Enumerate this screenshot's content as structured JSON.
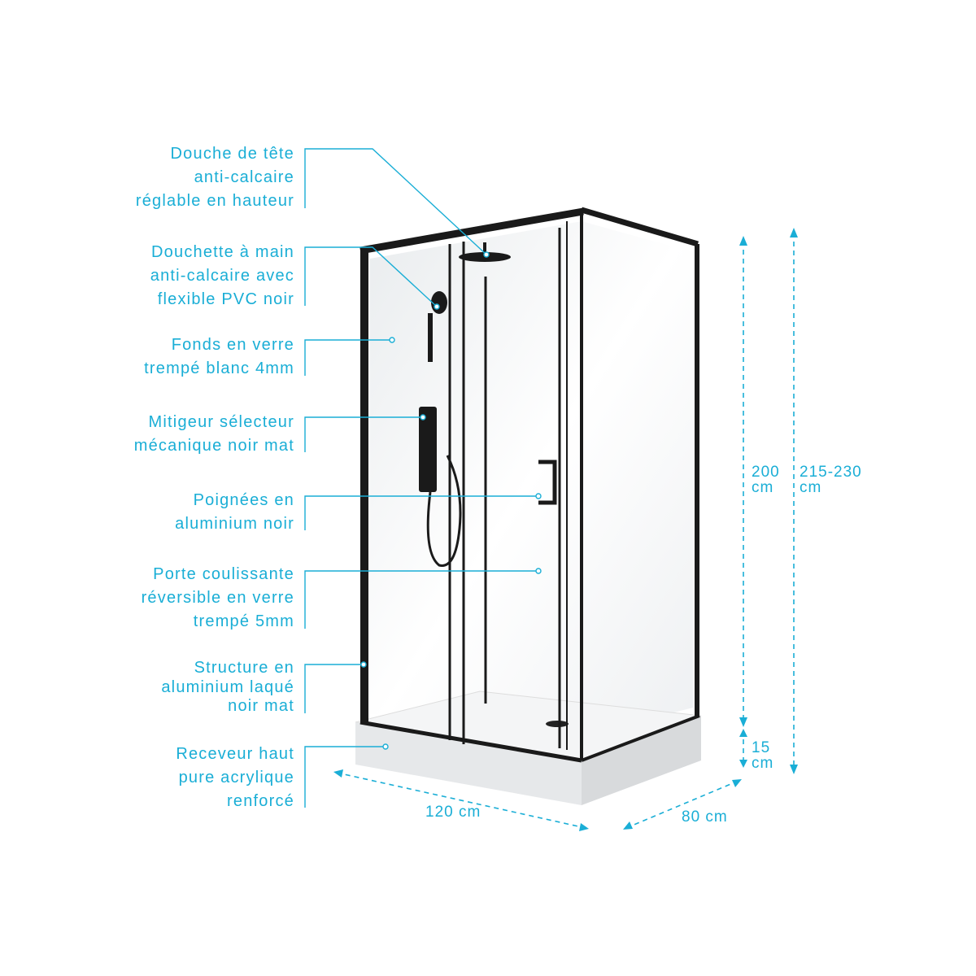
{
  "accent_color": "#1aaed6",
  "frame_color": "#1a1a1a",
  "labels": [
    {
      "lines": [
        "Douche de tête",
        "anti-calcaire",
        "réglable en hauteur"
      ]
    },
    {
      "lines": [
        "Douchette à main",
        "anti-calcaire avec",
        "flexible PVC noir"
      ]
    },
    {
      "lines": [
        "Fonds en verre",
        "trempé blanc 4mm"
      ]
    },
    {
      "lines": [
        "Mitigeur sélecteur",
        "mécanique noir mat"
      ]
    },
    {
      "lines": [
        "Poignées en",
        "aluminium noir"
      ]
    },
    {
      "lines": [
        "Porte coulissante",
        "réversible en verre",
        "trempé 5mm"
      ]
    },
    {
      "lines": [
        "Structure en",
        "aluminium laqué",
        "noir mat"
      ]
    },
    {
      "lines": [
        "Receveur haut",
        "pure acrylique",
        "renforcé"
      ]
    }
  ],
  "dimensions": {
    "height_cabin": [
      "200",
      "cm"
    ],
    "height_tray": [
      "15",
      "cm"
    ],
    "height_total": [
      "215-230",
      "cm"
    ],
    "width": "120 cm",
    "depth": "80 cm"
  }
}
